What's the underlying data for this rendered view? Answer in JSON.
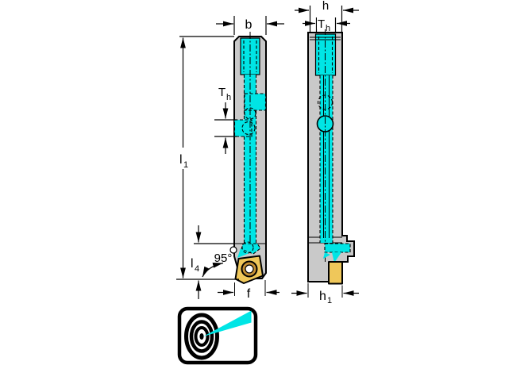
{
  "drawing": {
    "title": "tool-holder-dimension-drawing",
    "labels": {
      "b": "b",
      "h": "h",
      "t_main": "T",
      "t_sub": "h",
      "l_main": "l",
      "l1_sub": "1",
      "l4_sub": "4",
      "angle": "95°",
      "f": "f",
      "h1_main": "h",
      "h1_sub": "1"
    },
    "colors": {
      "coolant": "#00E5E5",
      "steel": "#C9C9C9",
      "insert": "#EFC75A",
      "insert_ring": "#C49035",
      "line": "#000000",
      "background": "#FFFFFF"
    },
    "icon": {
      "name": "precision-coolant-target-icon"
    }
  }
}
